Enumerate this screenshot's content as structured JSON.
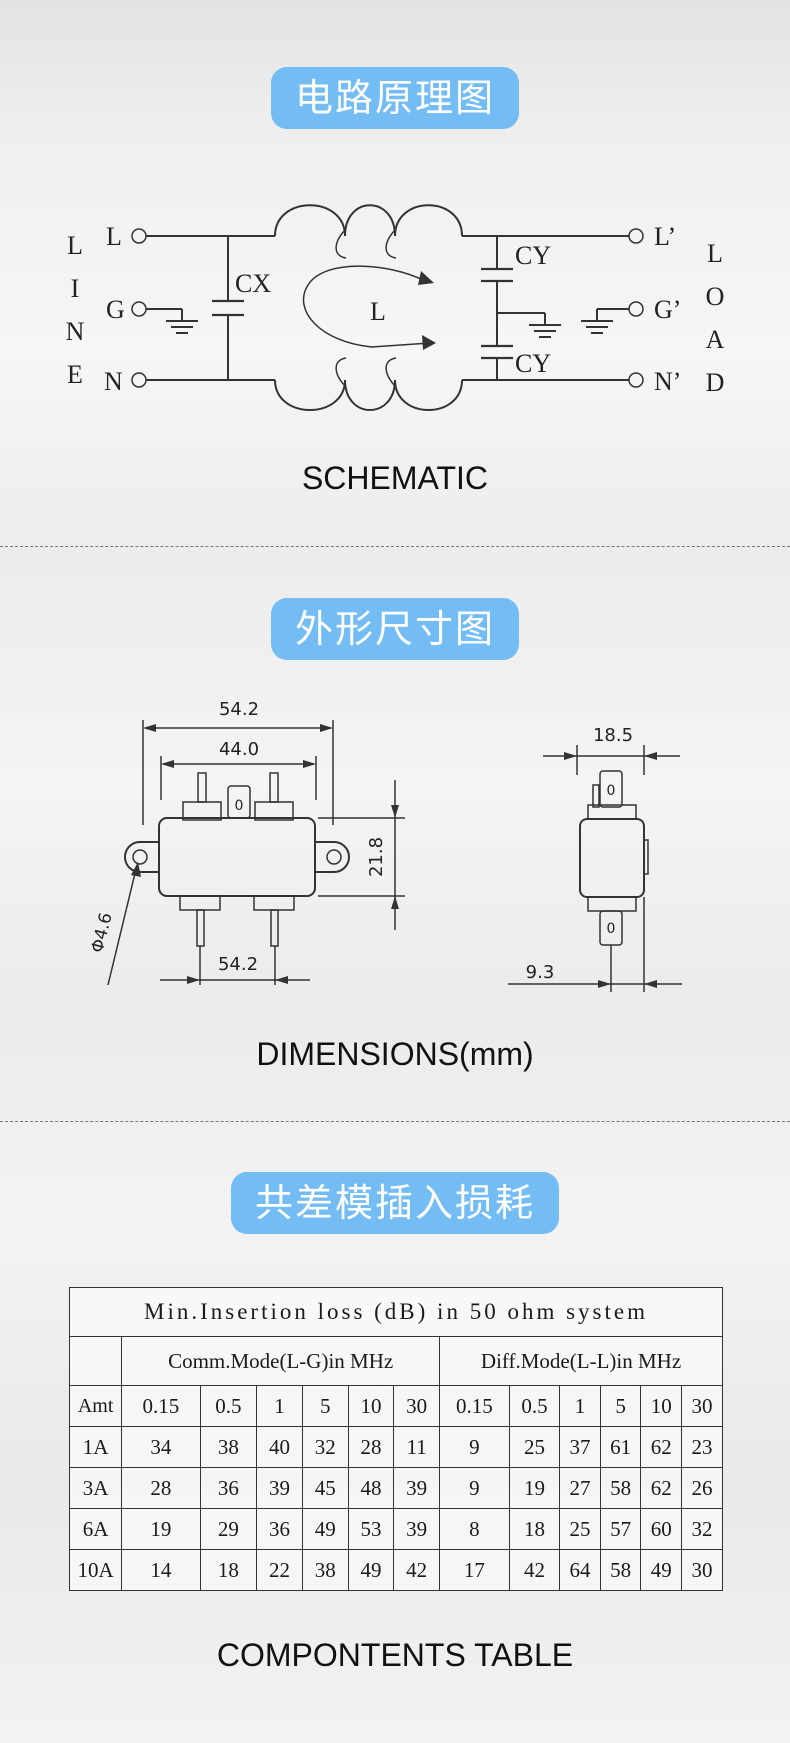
{
  "sections": {
    "schematic": {
      "heading": "电路原理图",
      "caption": "SCHEMATIC"
    },
    "dimensions": {
      "heading": "外形尺寸图",
      "caption": "DIMENSIONS(mm)"
    },
    "insertion": {
      "heading": "共差模插入损耗",
      "caption": "COMPONTENTS TABLE"
    }
  },
  "schematic_labels": {
    "line_letters": [
      "L",
      "I",
      "N",
      "E"
    ],
    "load_letters": [
      "L",
      "O",
      "A",
      "D"
    ],
    "left_terminals": [
      "L",
      "G",
      "N"
    ],
    "right_terminals": [
      "L’",
      "G’",
      "N’"
    ],
    "cx": "CX",
    "cy_top": "CY",
    "cy_bottom": "CY",
    "choke": "L"
  },
  "dimension_labels": {
    "overall_width": "54.2",
    "body_width": "44.0",
    "height": "21.8",
    "hole": "Φ4.6",
    "pin_spacing": "54.2",
    "side_width": "18.5",
    "side_offset": "9.3",
    "tab_mark": "0"
  },
  "insertion_table": {
    "title": "Min.Insertion loss (dB) in 50 ohm system",
    "comm_header": "Comm.Mode(L-G)in MHz",
    "diff_header": "Diff.Mode(L-L)in MHz",
    "amt_label": "Amt",
    "freqs": [
      "0.15",
      "0.5",
      "1",
      "5",
      "10",
      "30",
      "0.15",
      "0.5",
      "1",
      "5",
      "10",
      "30"
    ],
    "rows": [
      {
        "amt": "1A",
        "values": [
          "34",
          "38",
          "40",
          "32",
          "28",
          "11",
          "9",
          "25",
          "37",
          "61",
          "62",
          "23"
        ]
      },
      {
        "amt": "3A",
        "values": [
          "28",
          "36",
          "39",
          "45",
          "48",
          "39",
          "9",
          "19",
          "27",
          "58",
          "62",
          "26"
        ]
      },
      {
        "amt": "6A",
        "values": [
          "19",
          "29",
          "36",
          "49",
          "53",
          "39",
          "8",
          "18",
          "25",
          "57",
          "60",
          "32"
        ]
      },
      {
        "amt": "10A",
        "values": [
          "14",
          "18",
          "22",
          "38",
          "49",
          "42",
          "17",
          "42",
          "64",
          "58",
          "49",
          "30"
        ]
      }
    ]
  },
  "colors": {
    "heading_bg": "#74bdf4",
    "heading_text": "#ffffff",
    "ink": "#222222"
  }
}
